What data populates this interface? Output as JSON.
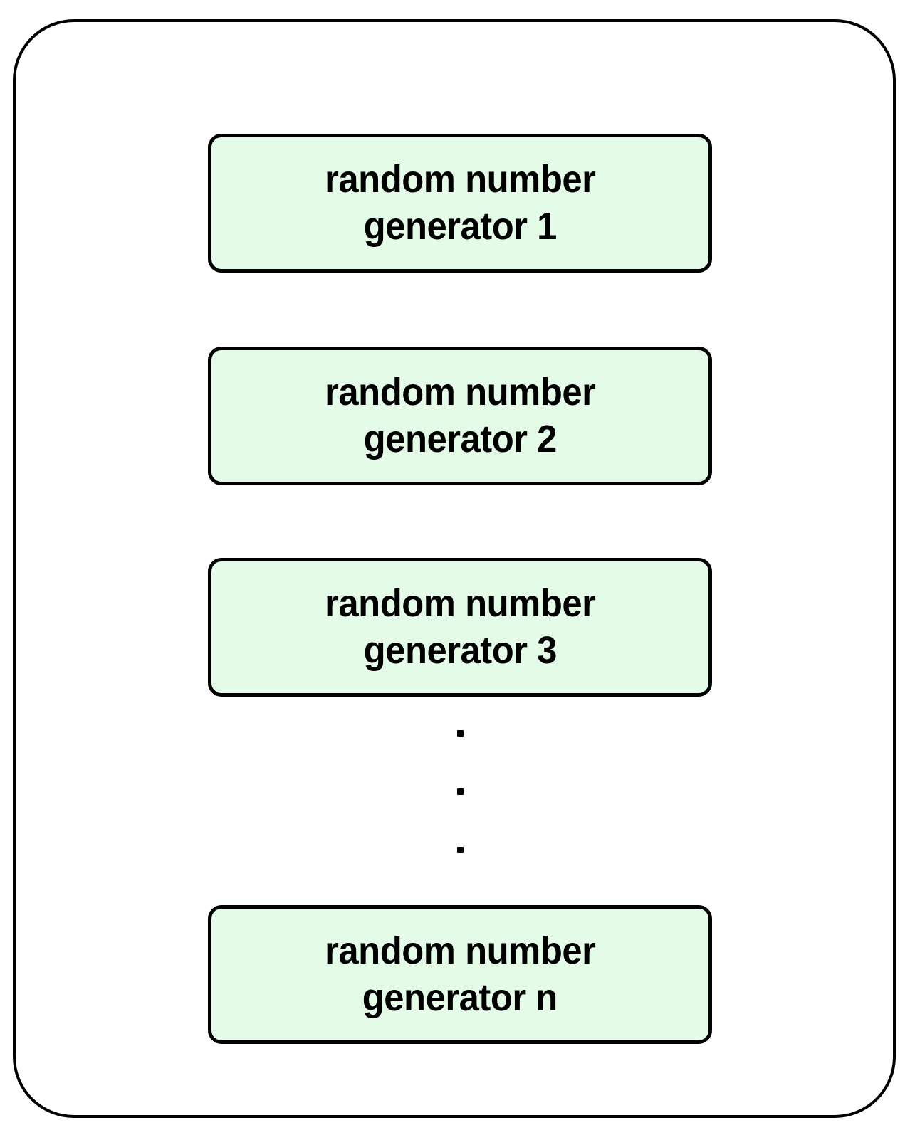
{
  "diagram": {
    "type": "block-diagram",
    "title": "random number generator pool",
    "container": {
      "name": "generator-pool-container",
      "fill": "#ffffff",
      "stroke": "#000000"
    },
    "style": {
      "box_fill": "#e4fbe8",
      "box_stroke": "#000000",
      "text_color": "#000000"
    },
    "nodes": [
      {
        "id": "generator-1",
        "line1": "random number",
        "line2": "generator 1"
      },
      {
        "id": "generator-2",
        "line1": "random number",
        "line2": "generator 2"
      },
      {
        "id": "generator-3",
        "line1": "random number",
        "line2": "generator 3"
      },
      {
        "id": "generator-n",
        "line1": "random number",
        "line2": "generator n"
      }
    ],
    "ellipsis": {
      "name": "vertical-ellipsis",
      "symbol": ".",
      "count": 3,
      "meaning": "continuation between generator 3 and generator n"
    }
  }
}
